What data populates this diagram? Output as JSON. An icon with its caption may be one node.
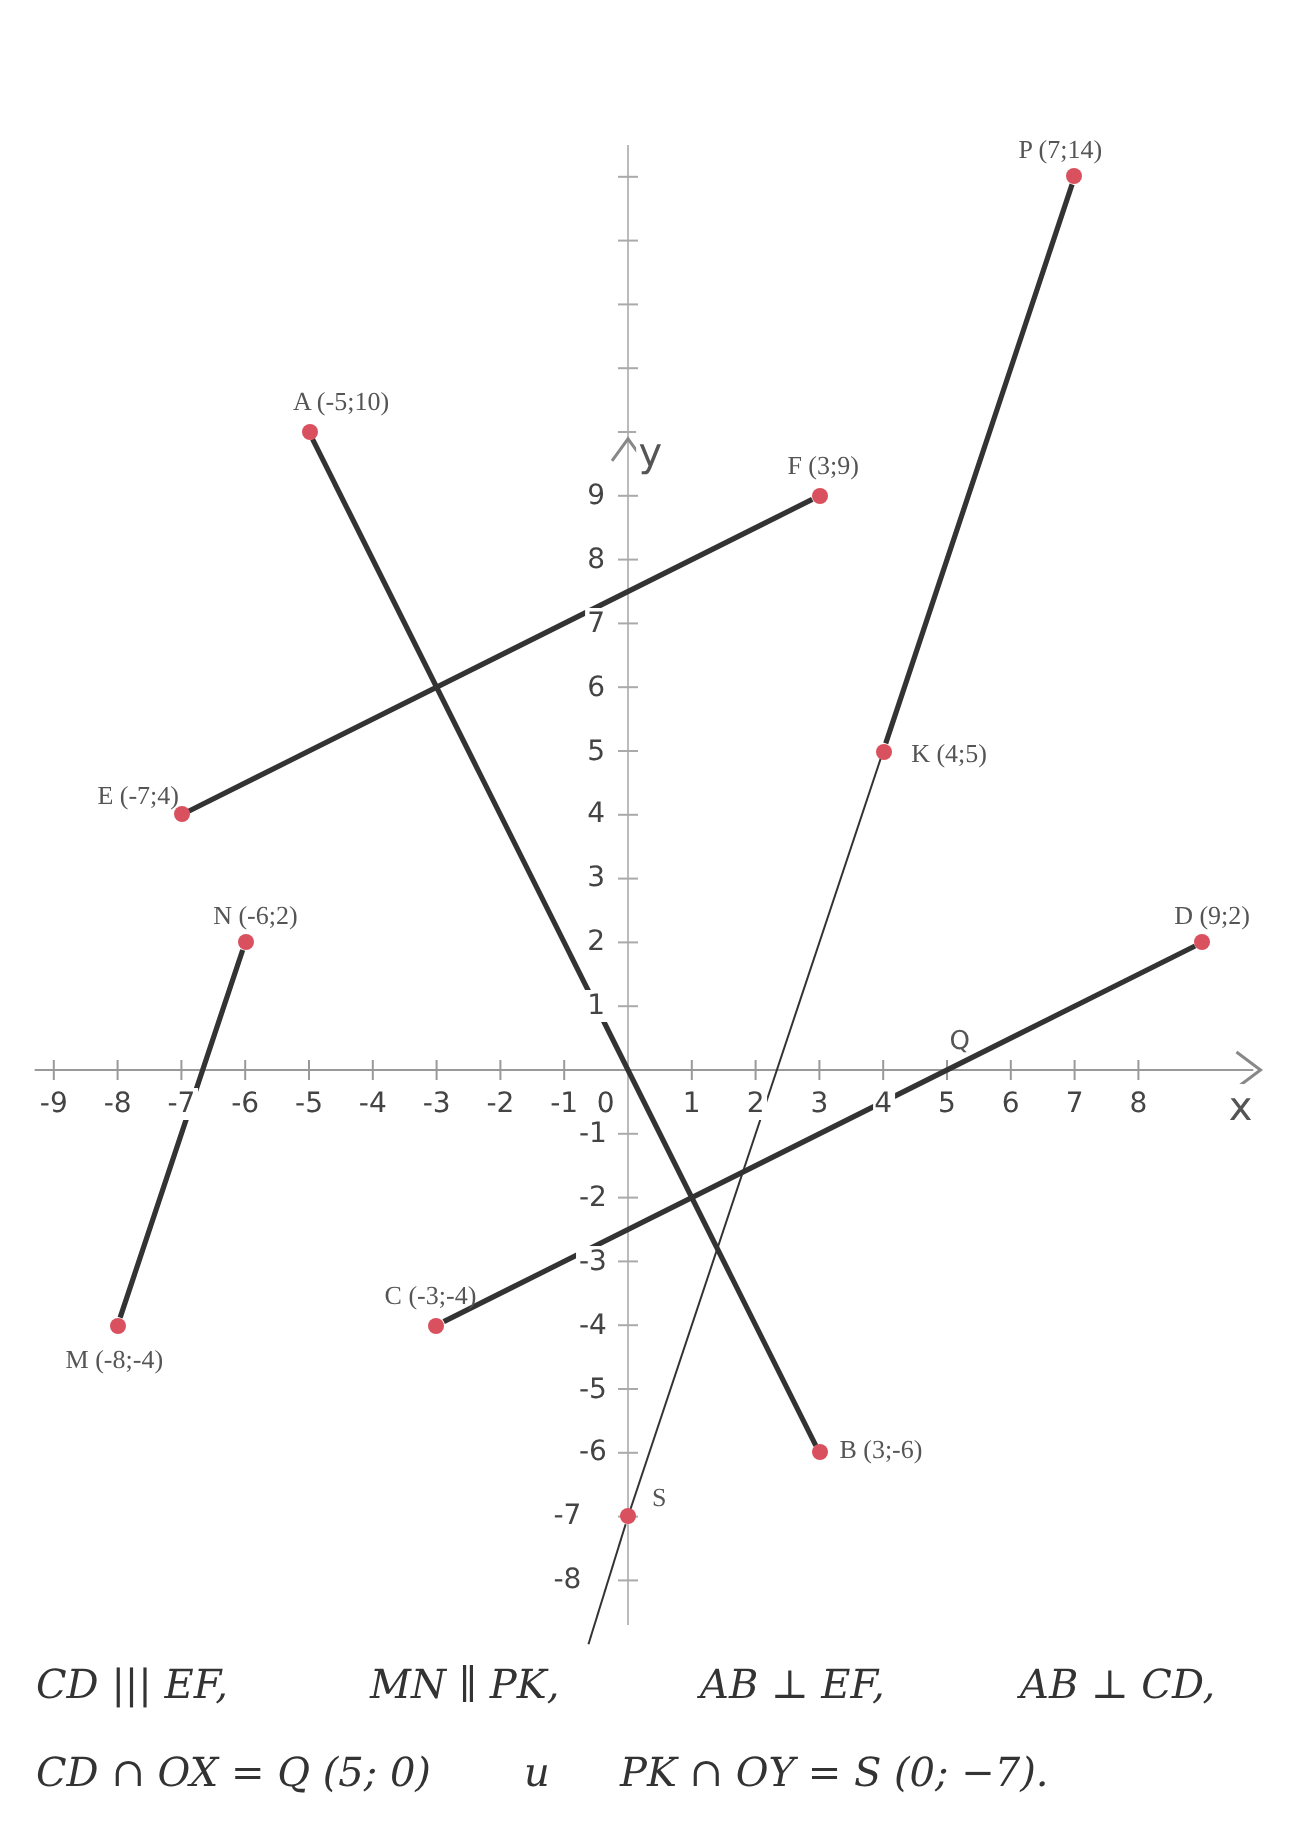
{
  "diagram": {
    "nodes": [
      {
        "text": [],
        "shape": "circle",
        "beside": [
          "P (7;14)"
        ]
      },
      {
        "text": [],
        "shape": "circle",
        "beside": [
          "A (-5;10)"
        ]
      },
      {
        "text": [],
        "shape": "circle",
        "beside": [
          "F (3;9)"
        ]
      },
      {
        "text": [],
        "shape": "circle",
        "beside": [
          "K (4;5)"
        ]
      },
      {
        "text": [],
        "shape": "circle",
        "beside": [
          "E (-7;4)"
        ]
      },
      {
        "text": [],
        "shape": "circle",
        "beside": [
          "N (-6;2)"
        ]
      },
      {
        "text": [],
        "shape": "circle",
        "beside": [
          "D (9;2)"
        ]
      },
      {
        "text": [],
        "shape": "circle",
        "beside": [
          "C (-3;-4)"
        ]
      },
      {
        "text": [],
        "shape": "circle",
        "beside": [
          "B (3;-6)"
        ]
      },
      {
        "text": [],
        "shape": "circle",
        "beside": [
          "M (-8;-4)"
        ]
      },
      {
        "text": [],
        "shape": "circle",
        "beside": [
          "S"
        ]
      }
    ],
    "edges": [
      {
        "from": 1,
        "to": 8,
        "arrow": "none"
      },
      {
        "from": 4,
        "to": 2,
        "arrow": "none"
      },
      {
        "from": 7,
        "to": 6,
        "arrow": "none"
      },
      {
        "from": 9,
        "to": 5,
        "arrow": "none"
      },
      {
        "from": 0,
        "to": 3,
        "arrow": "none"
      },
      {
        "from": 3,
        "to": 10,
        "arrow": "none"
      },
      {
        "from": 10,
        "to": null,
        "arrow": "none"
      }
    ],
    "labels": [
      "y",
      "9",
      "8",
      "7",
      "6",
      "5",
      "4",
      "3",
      "2",
      "1",
      "-9",
      "-8",
      "-7",
      "-6",
      "-5",
      "-4",
      "-3",
      "-2",
      "-1",
      "0",
      "1",
      "2",
      "3",
      "4",
      "5",
      "6",
      "7",
      "8",
      "x",
      "Q",
      "-1",
      "-2",
      "-3",
      "-4",
      "-5",
      "-6",
      "-7",
      "-8",
      "CD ||| EF,",
      "MN ∥ PK,",
      "AB ⊥ EF,",
      "AB ⊥ CD,",
      "CD ∩ OX = Q (5; 0)",
      "и",
      "PK ∩ OY = S (0; −7)."
    ]
  }
}
